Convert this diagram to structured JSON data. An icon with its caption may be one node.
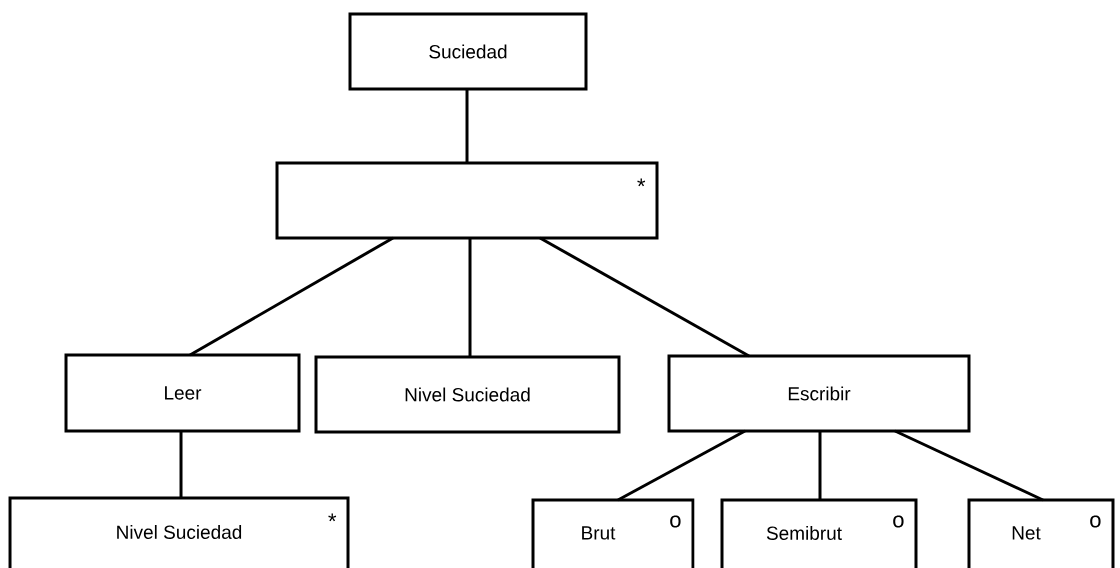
{
  "diagram": {
    "nodes": [
      {
        "text": [
          "Suciedad"
        ]
      },
      {
        "text": [
          "*"
        ]
      },
      {
        "text": [
          "Leer"
        ]
      },
      {
        "text": [
          "Nivel Suciedad"
        ]
      },
      {
        "text": [
          "Escribir"
        ]
      },
      {
        "text": [
          "Nivel Suciedad",
          "*"
        ]
      },
      {
        "text": [
          "Brut",
          "o"
        ]
      },
      {
        "text": [
          "Semibrut",
          "o"
        ]
      },
      {
        "text": [
          "Net",
          "o"
        ]
      }
    ],
    "edges": [
      {
        "from": 0,
        "to": 1,
        "arrow": "none"
      },
      {
        "from": 1,
        "to": 2,
        "arrow": "none"
      },
      {
        "from": 1,
        "to": 3,
        "arrow": "none"
      },
      {
        "from": 1,
        "to": 4,
        "arrow": "none"
      },
      {
        "from": 2,
        "to": 5,
        "arrow": "none"
      },
      {
        "from": 4,
        "to": 6,
        "arrow": "none"
      },
      {
        "from": 4,
        "to": 7,
        "arrow": "none"
      },
      {
        "from": 4,
        "to": 8,
        "arrow": "none"
      }
    ]
  }
}
